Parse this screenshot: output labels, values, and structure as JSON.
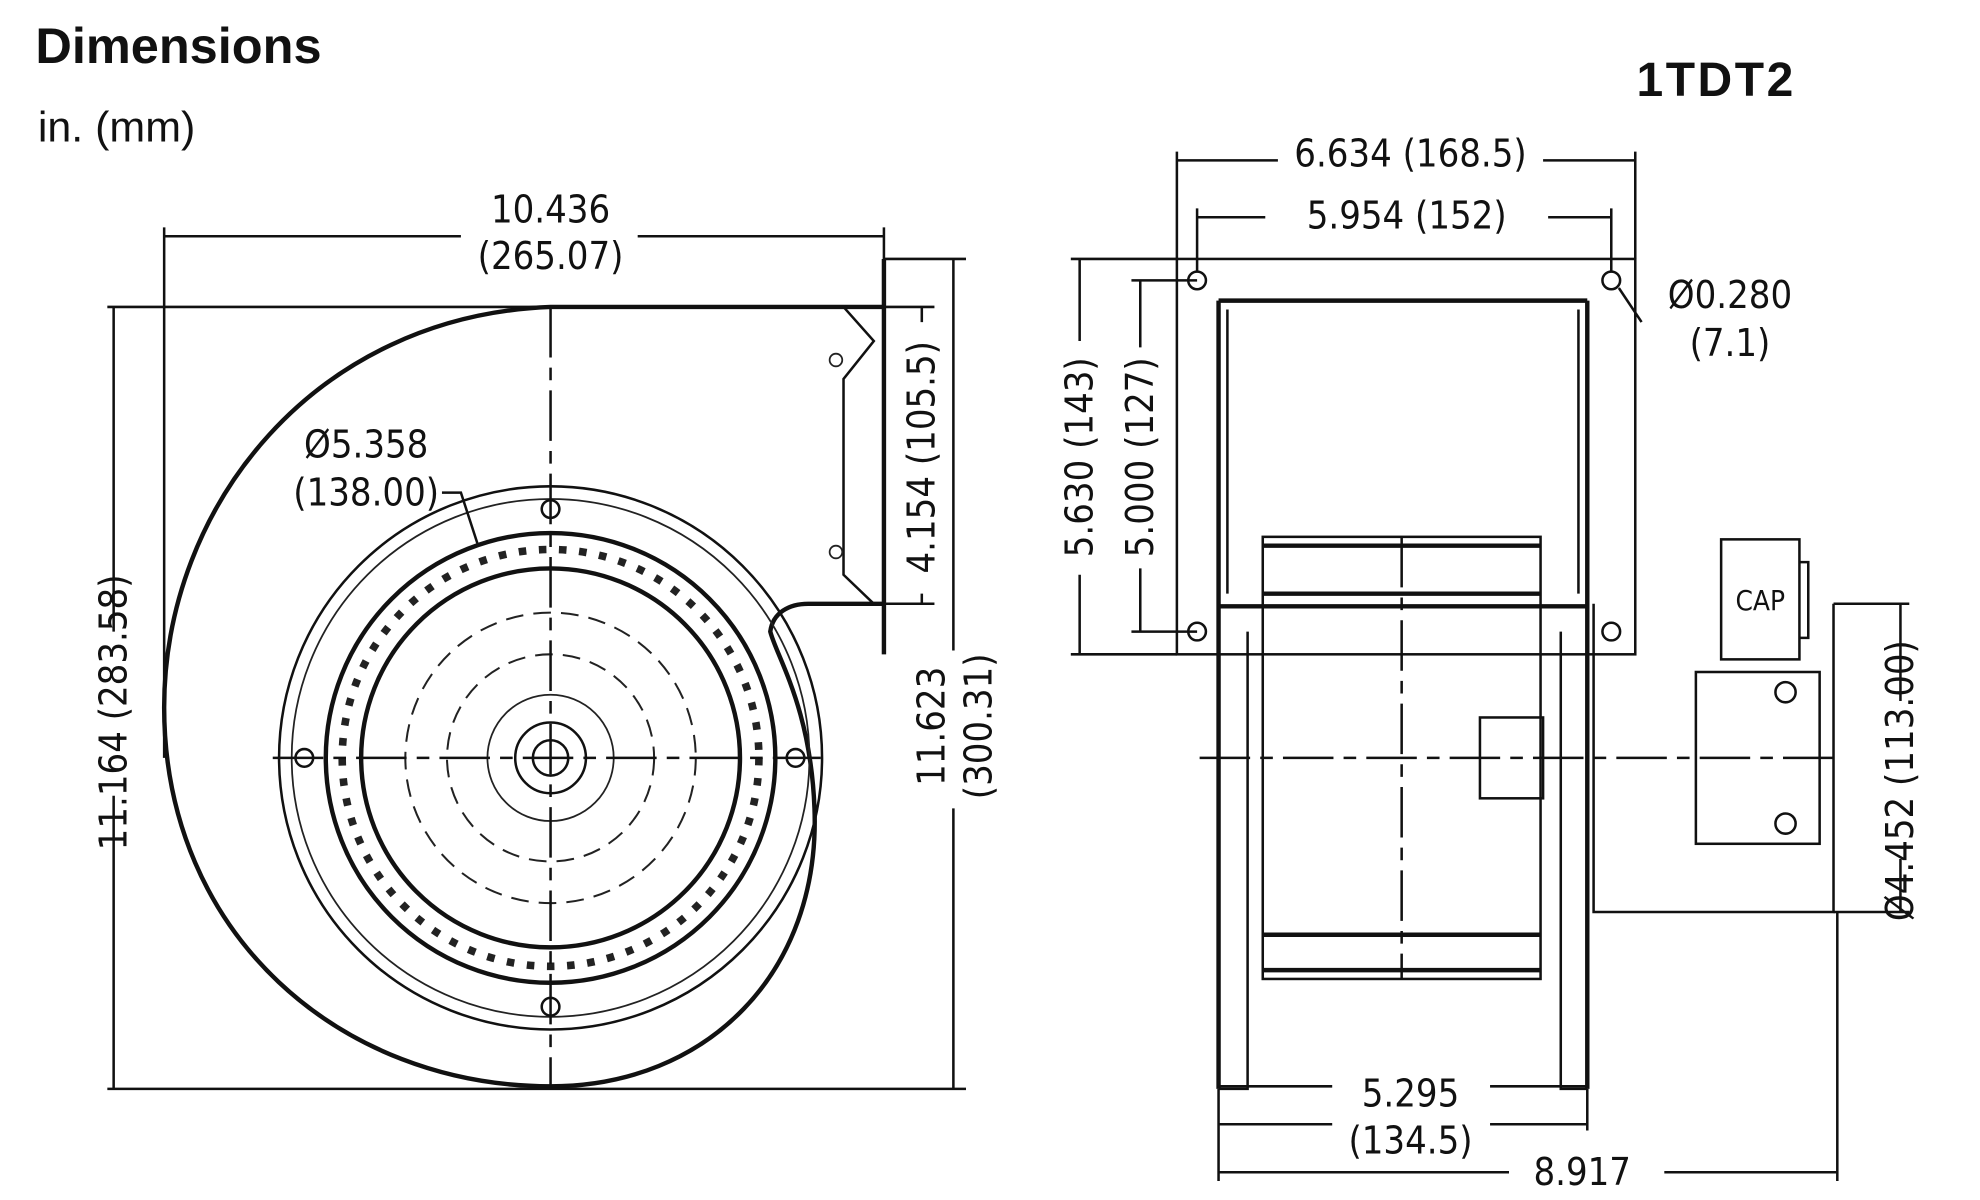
{
  "header": {
    "title": "Dimensions",
    "units": "in. (mm)",
    "model": "1TDT2"
  },
  "front_view": {
    "width_in": "10.436",
    "width_mm": "(265.07)",
    "height_left": "11.164 (283.58)",
    "height_right_in": "11.623",
    "height_right_mm": "(300.31)",
    "outlet": "4.154 (105.5)",
    "wheel_dia_in": "Ø5.358",
    "wheel_dia_mm": "(138.00)"
  },
  "side_view": {
    "flange_width": "6.634 (168.5)",
    "bolt_spacing_w": "5.954 (152)",
    "flange_height": "5.630 (143)",
    "bolt_spacing_h": "5.000 (127)",
    "hole_dia_in": "Ø0.280",
    "hole_dia_mm": "(7.1)",
    "motor_dia": "Ø4.452 (113.00)",
    "cap_label": "CAP",
    "housing_width_in": "5.295",
    "housing_width_mm": "(134.5)",
    "overall_length": "8.917"
  }
}
